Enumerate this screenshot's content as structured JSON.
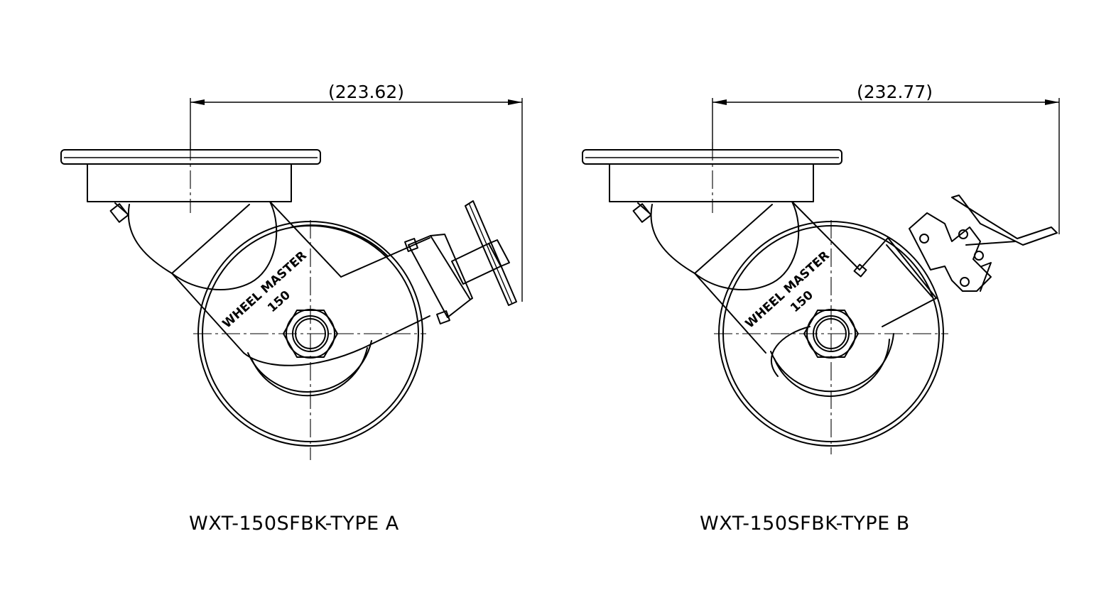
{
  "views": [
    {
      "caption": "WXT-150SFBK-TYPE A",
      "dimension": "(223.62)",
      "brand_line1": "WHEEL MASTER",
      "brand_line2": "150",
      "brake_type": "side lever brake"
    },
    {
      "caption": "WXT-150SFBK-TYPE B",
      "dimension": "(232.77)",
      "brand_line1": "WHEEL MASTER",
      "brand_line2": "150",
      "brake_type": "hinged pedal brake"
    }
  ]
}
